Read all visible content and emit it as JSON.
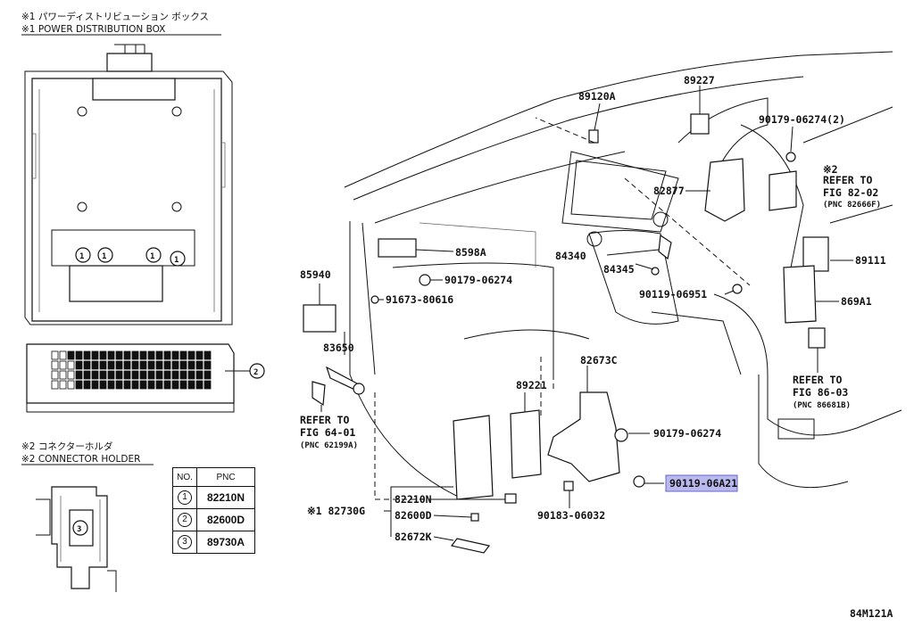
{
  "header1": {
    "jp": "※1 パワーディストリビューション ボックス",
    "en": "※1 POWER DISTRIBUTION BOX"
  },
  "header2": {
    "jp": "※2 コネクターホルダ",
    "en": "※2 CONNECTOR HOLDER"
  },
  "table": {
    "col_no": "NO.",
    "col_pnc": "PNC",
    "rows": [
      {
        "no": "1",
        "pnc": "82210N"
      },
      {
        "no": "2",
        "pnc": "82600D"
      },
      {
        "no": "3",
        "pnc": "89730A"
      }
    ]
  },
  "callouts": {
    "c1": "1",
    "c2": "2",
    "c3": "3"
  },
  "parts": {
    "p89120A": "89120A",
    "p89227": "89227",
    "p90179_06274_2": "90179-06274(2)",
    "p82877": "82877",
    "p8598A": "8598A",
    "p90179_06274_a": "90179-06274",
    "p85940": "85940",
    "p91673_80616": "91673-80616",
    "p84340": "84340",
    "p84345": "84345",
    "p90119_06951": "90119-06951",
    "p89111": "89111",
    "p869A1": "869A1",
    "p83650": "83650",
    "p82673C": "82673C",
    "p89221": "89221",
    "p90179_06274_b": "90179-06274",
    "p90119_06A21": "90119-06A21",
    "p82210N": "82210N",
    "p82600D": "82600D",
    "p82672K": "82672K",
    "p82730G": "※1 82730G",
    "p90183_06032": "90183-06032"
  },
  "refs": {
    "ref1_note": "※2",
    "ref1_a": "REFER TO",
    "ref1_b": "FIG 82-02",
    "ref1_c": "(PNC 82666F)",
    "ref2_a": "REFER TO",
    "ref2_b": "FIG 86-03",
    "ref2_c": "(PNC 86681B)",
    "ref3_a": "REFER TO",
    "ref3_b": "FIG 64-01",
    "ref3_c": "(PNC 62199A)"
  },
  "diagram_id": "84M121A",
  "colors": {
    "highlight": "#b9b9f0",
    "ink": "#111111"
  }
}
